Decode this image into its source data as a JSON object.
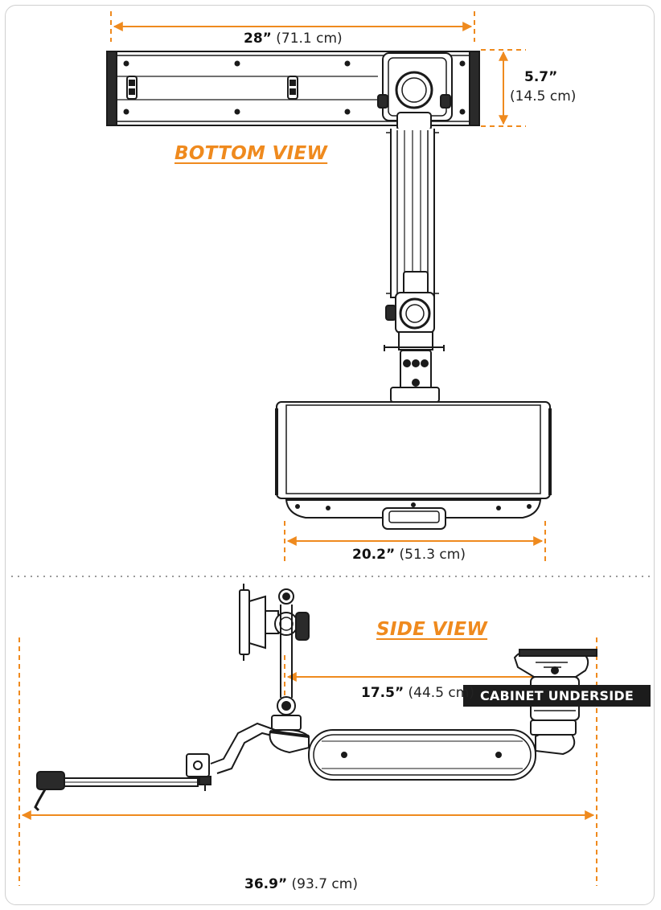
{
  "bottom_view": {
    "title": "BOTTOM VIEW",
    "width_top": {
      "value": "28”",
      "metric": "(71.1 cm)"
    },
    "depth": {
      "value": "5.7”",
      "metric": "(14.5 cm)"
    },
    "tray_width": {
      "value": "20.2”",
      "metric": "(51.3 cm)"
    }
  },
  "side_view": {
    "title": "SIDE VIEW",
    "cabinet_label": "CABINET UNDERSIDE",
    "arm_length": {
      "value": "17.5”",
      "metric": "(44.5 cm)"
    },
    "total_length": {
      "value": "36.9”",
      "metric": "(93.7 cm)"
    }
  },
  "colors": {
    "accent": "#ef8a1e",
    "line": "#1a1a1a",
    "label_bg": "#1c1c1c"
  }
}
